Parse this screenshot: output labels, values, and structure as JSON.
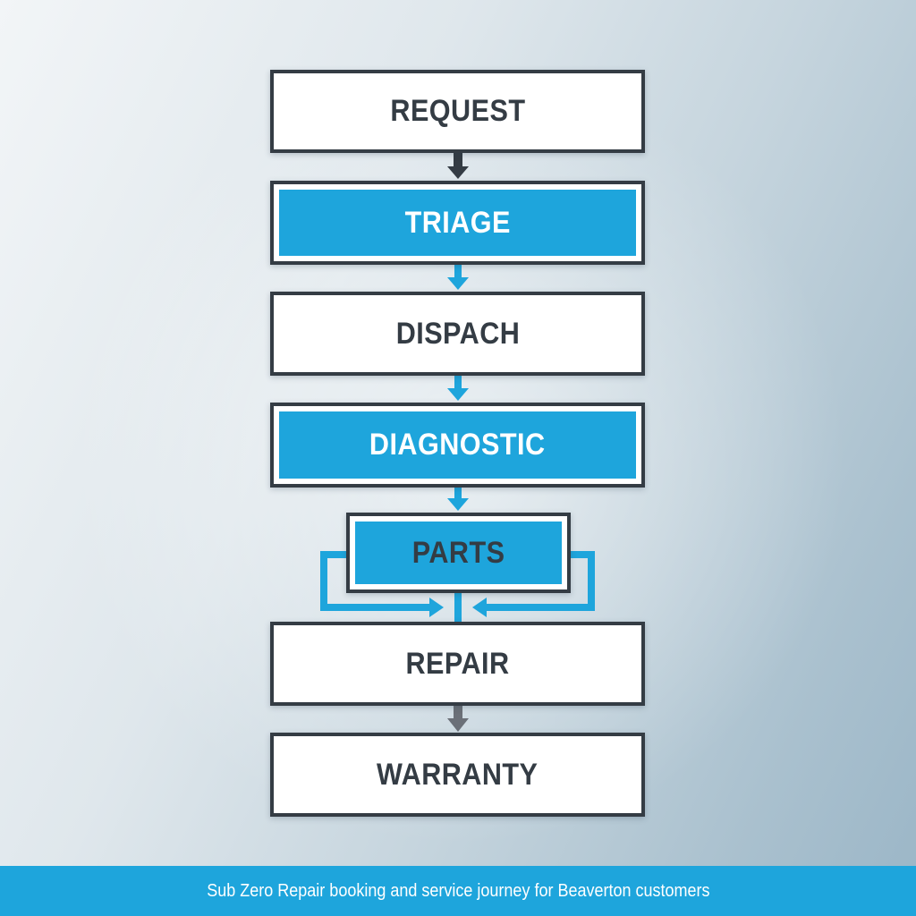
{
  "diagram": {
    "type": "flowchart",
    "steps": [
      {
        "id": "request",
        "label": "REQUEST",
        "style": "white"
      },
      {
        "id": "triage",
        "label": "TRIAGE",
        "style": "blue"
      },
      {
        "id": "dispatch",
        "label": "DISPACH",
        "style": "white"
      },
      {
        "id": "diagnostic",
        "label": "DIAGNOSTIC",
        "style": "blue"
      },
      {
        "id": "parts",
        "label": "PARTS",
        "style": "blue-dark-text"
      },
      {
        "id": "repair",
        "label": "REPAIR",
        "style": "white"
      },
      {
        "id": "warranty",
        "label": "WARRANTY",
        "style": "white"
      }
    ],
    "edges": [
      {
        "from": "request",
        "to": "triage",
        "color": "#343c44"
      },
      {
        "from": "triage",
        "to": "dispatch",
        "color": "#1ea5dc"
      },
      {
        "from": "dispatch",
        "to": "diagnostic",
        "color": "#1ea5dc"
      },
      {
        "from": "diagnostic",
        "to": "parts",
        "color": "#1ea5dc"
      },
      {
        "from": "parts",
        "to": "repair",
        "color": "#1ea5dc",
        "note": "bypass loops on both sides"
      },
      {
        "from": "repair",
        "to": "warranty",
        "color": "#6b7078"
      }
    ]
  },
  "colors": {
    "accent": "#1ea5dc",
    "border": "#343c44",
    "box_fill": "#ffffff"
  },
  "footer": {
    "caption": "Sub Zero Repair booking and service journey for Beaverton customers"
  }
}
